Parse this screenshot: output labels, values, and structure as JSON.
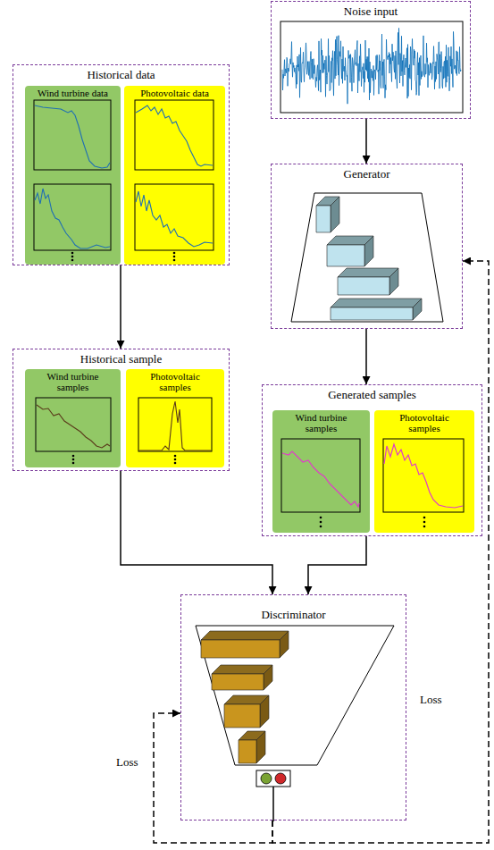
{
  "diagram": {
    "nodes": [
      {
        "text": [
          "Historical data"
        ]
      },
      {
        "text": [
          "Wind turbine data"
        ],
        "in": 0
      },
      {
        "text": [
          "Photovoltaic data"
        ],
        "in": 0
      },
      {
        "text": [
          "Noise input"
        ]
      },
      {
        "text": [
          "Generator"
        ]
      },
      {
        "text": [
          "Historical sample"
        ]
      },
      {
        "text": [
          "Wind turbine samples"
        ],
        "in": 5
      },
      {
        "text": [
          "Photovoltaic samples"
        ],
        "in": 5
      },
      {
        "text": [
          "Generated samples"
        ]
      },
      {
        "text": [
          "Wind turbine samples"
        ],
        "in": 8
      },
      {
        "text": [
          "Photovoltaic samples"
        ],
        "in": 8
      },
      {
        "text": [
          "Discriminator"
        ]
      }
    ],
    "edges": [
      {
        "from": 0,
        "to": 5,
        "arrow": "to"
      },
      {
        "from": 3,
        "to": 4,
        "arrow": "to"
      },
      {
        "from": 4,
        "to": 8,
        "arrow": "to"
      },
      {
        "from": 5,
        "to": 11,
        "arrow": "to"
      },
      {
        "from": 8,
        "to": 11,
        "arrow": "to"
      },
      {
        "from": 11,
        "to": 4,
        "label": "Loss",
        "arrow": "to"
      },
      {
        "from": 11,
        "to": 11,
        "label": "Loss",
        "arrow": "to"
      }
    ]
  }
}
